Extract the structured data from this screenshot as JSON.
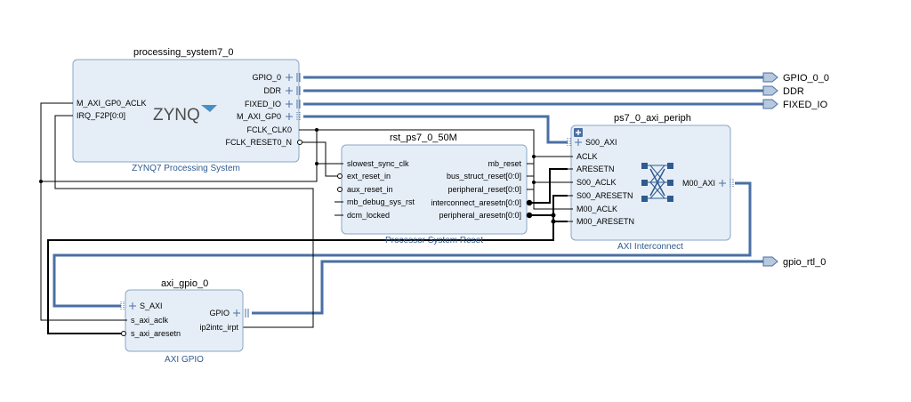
{
  "blocks": {
    "ps7": {
      "instance": "processing_system7_0",
      "subtitle": "ZYNQ7 Processing System",
      "logo_text": "ZYNQ",
      "left_ports": [
        "M_AXI_GP0_ACLK",
        "IRQ_F2P[0:0]"
      ],
      "right_ports": [
        "GPIO_0",
        "DDR",
        "FIXED_IO",
        "M_AXI_GP0",
        "FCLK_CLK0",
        "FCLK_RESET0_N"
      ]
    },
    "rst": {
      "instance": "rst_ps7_0_50M",
      "subtitle": "Processor System Reset",
      "left_ports": [
        "slowest_sync_clk",
        "ext_reset_in",
        "aux_reset_in",
        "mb_debug_sys_rst",
        "dcm_locked"
      ],
      "right_ports": [
        "mb_reset",
        "bus_struct_reset[0:0]",
        "peripheral_reset[0:0]",
        "interconnect_aresetn[0:0]",
        "peripheral_aresetn[0:0]"
      ]
    },
    "periph": {
      "instance": "ps7_0_axi_periph",
      "subtitle": "AXI Interconnect",
      "left_ports": [
        "S00_AXI",
        "ACLK",
        "ARESETN",
        "S00_ACLK",
        "S00_ARESETN",
        "M00_ACLK",
        "M00_ARESETN"
      ],
      "right_ports": [
        "M00_AXI"
      ]
    },
    "gpio": {
      "instance": "axi_gpio_0",
      "subtitle": "AXI GPIO",
      "left_ports": [
        "S_AXI",
        "s_axi_aclk",
        "s_axi_aresetn"
      ],
      "right_ports": [
        "GPIO",
        "ip2intc_irpt"
      ]
    }
  },
  "external_ports": [
    "GPIO_0_0",
    "DDR",
    "FIXED_IO",
    "gpio_rtl_0"
  ],
  "colors": {
    "block_fill": "#e5eef7",
    "block_border": "#8aa6c4",
    "bus": "#4a6fa5",
    "subtitle": "#2f5b8f",
    "logo": "#4d4d4d"
  }
}
